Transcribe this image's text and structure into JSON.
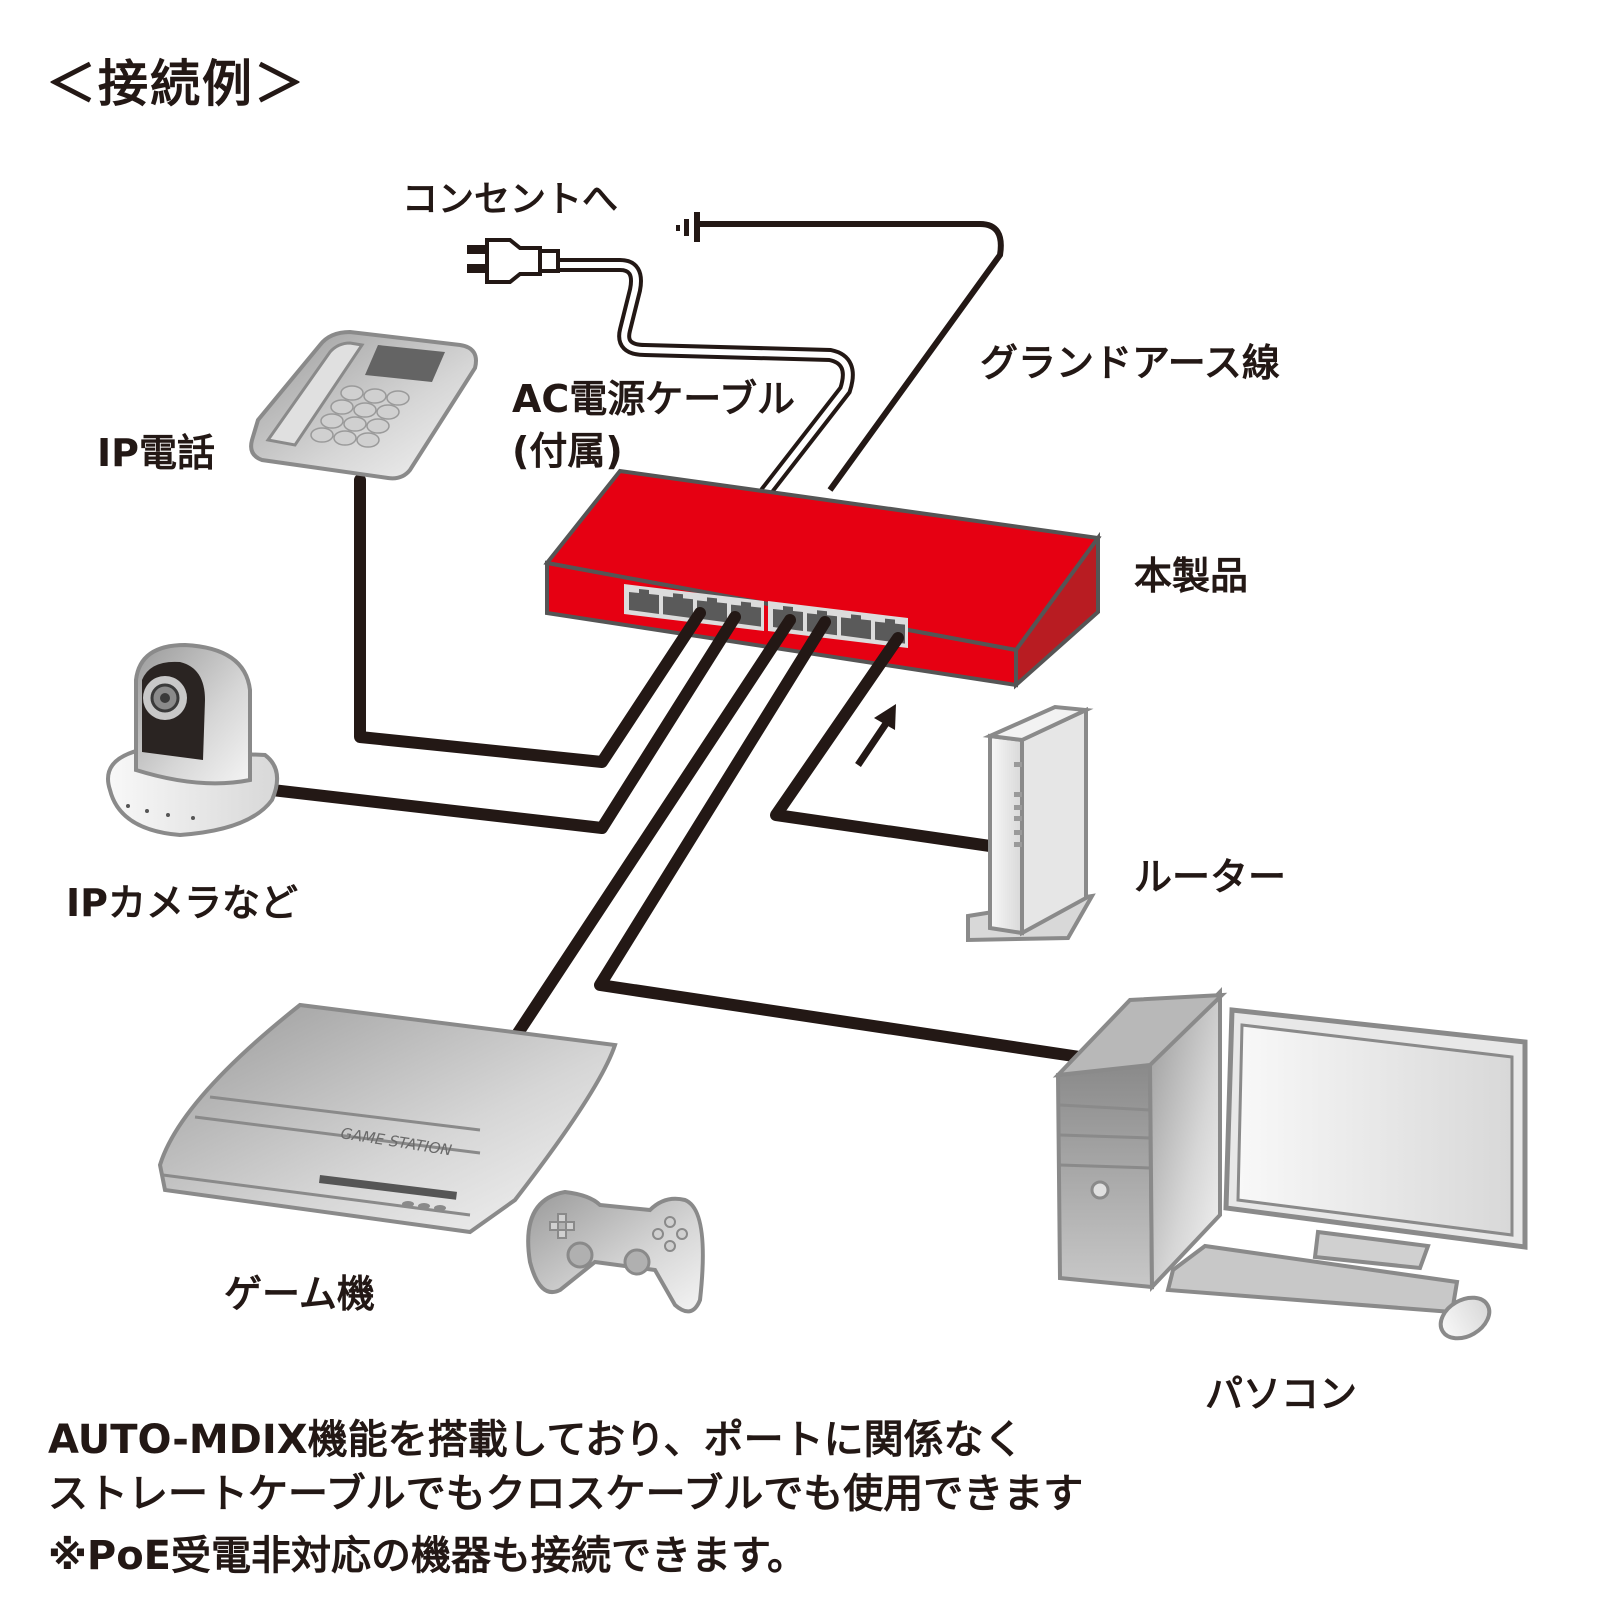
{
  "title": "＜接続例＞",
  "labels": {
    "outlet": "コンセントへ",
    "ground_wire": "グランドアース線",
    "ac_cable_line1": "AC電源ケーブル",
    "ac_cable_line2": "(付属)",
    "ip_phone": "IP電話",
    "product": "本製品",
    "ip_camera": "IPカメラなど",
    "router": "ルーター",
    "game_console": "ゲーム機",
    "pc": "パソコン"
  },
  "console_brand": "GAME STATION",
  "notes": [
    "AUTO-MDIX機能を搭載しており、ポートに関係なく",
    "ストレートケーブルでもクロスケーブルでも使用できます",
    "※PoE受電非対応の機器も接続できます。"
  ],
  "switch": {
    "port_count": 8,
    "connected_ports": [
      3,
      4,
      5,
      6,
      8
    ],
    "uplink_port": 8,
    "color": "#e60012"
  },
  "connections": [
    {
      "device": "ip_phone",
      "port": 3
    },
    {
      "device": "ip_camera",
      "port": 4
    },
    {
      "device": "game_console",
      "port": 5
    },
    {
      "device": "pc",
      "port": 6
    },
    {
      "device": "router",
      "port": 8
    }
  ],
  "colors": {
    "cable": "#231815",
    "switch_top": "#e60012",
    "switch_side": "#b81c22",
    "outline": "#555555",
    "device_gray": "#c8c8c8"
  }
}
